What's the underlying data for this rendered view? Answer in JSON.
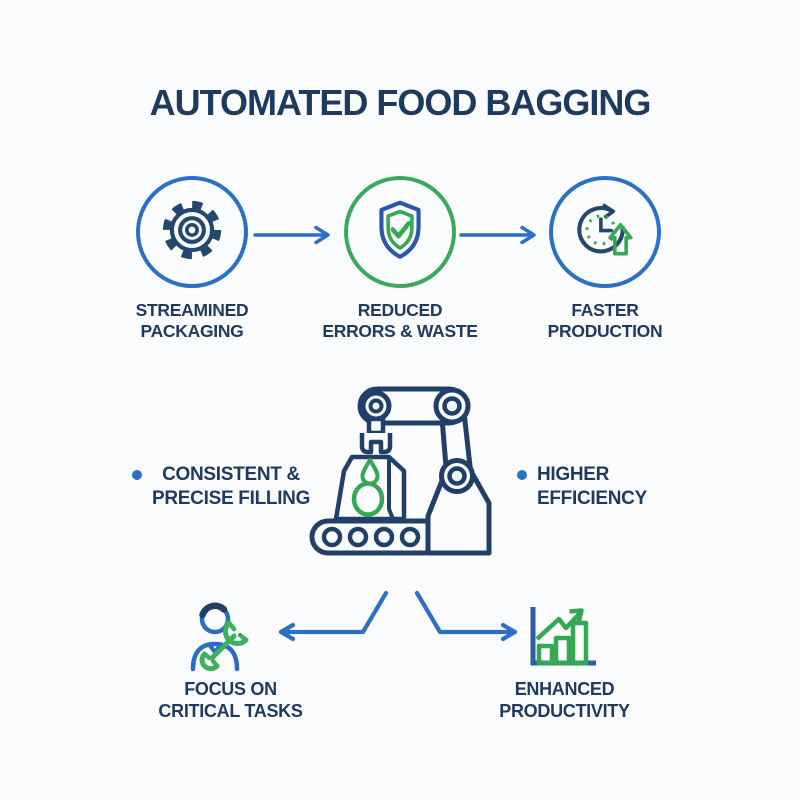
{
  "title": "AUTOMATED FOOD BAGGING",
  "colors": {
    "background": "#fbfcfd",
    "text_navy": "#1e3a5f",
    "icon_navy": "#24476e",
    "robot_navy": "#223f6a",
    "accent_blue": "#2b70c4",
    "accent_green": "#34a853"
  },
  "process_steps": [
    {
      "icon": "gear-icon",
      "line1": "STREAMINED",
      "line2": "PACKAGING",
      "circle_color": "#2b70c4"
    },
    {
      "icon": "shield-check-icon",
      "line1": "REDUCED",
      "line2": "ERRORS & WASTE",
      "circle_color": "#3aa95c"
    },
    {
      "icon": "clock-speed-up-icon",
      "line1": "FASTER",
      "line2": "PRODUCTION",
      "circle_color": "#2b70c4"
    }
  ],
  "benefits": {
    "left": {
      "line1": "CONSISTENT &",
      "line2": "PRECISE FILLING"
    },
    "right": {
      "line1": "HIGHER",
      "line2": "EFFICIENCY"
    }
  },
  "outcomes": {
    "left": {
      "icon": "technician-wrench-icon",
      "line1": "FOCUS ON",
      "line2": "CRITICAL TASKS"
    },
    "right": {
      "icon": "growth-chart-icon",
      "line1": "ENHANCED",
      "line2": "PRODUCTIVITY"
    }
  },
  "illustration": {
    "name": "robotic-arm-bagging-machine"
  }
}
